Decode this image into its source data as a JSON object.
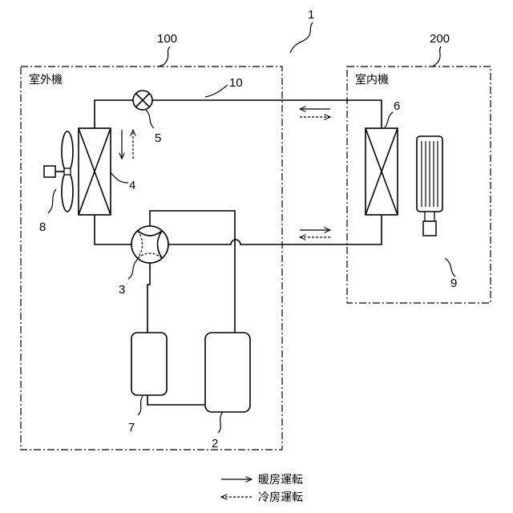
{
  "system_label": "1",
  "outdoor_unit": {
    "ref": "100",
    "title": "室外機"
  },
  "indoor_unit": {
    "ref": "200",
    "title": "室内機"
  },
  "refrigerant_pipe": {
    "ref": "10"
  },
  "components": {
    "compressor": "2",
    "four_way_valve": "3",
    "outdoor_heat_exchanger": "4",
    "expansion_valve": "5",
    "indoor_heat_exchanger": "6",
    "accumulator": "7",
    "outdoor_fan": "8",
    "indoor_fan": "9"
  },
  "legend": {
    "heating": "暖房運転",
    "cooling": "冷房運転"
  }
}
